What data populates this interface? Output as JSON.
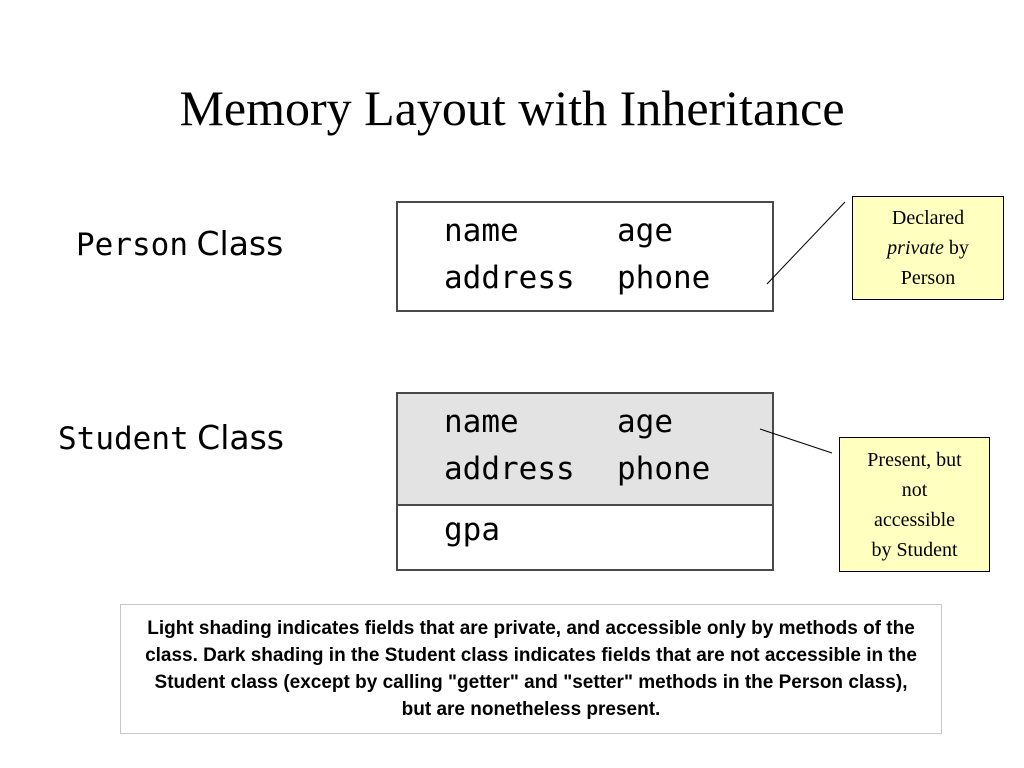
{
  "title": "Memory Layout with Inheritance",
  "person_class": {
    "label_word1": "Person",
    "label_word2": "Class",
    "fields": [
      "name",
      "age",
      "address",
      "phone"
    ]
  },
  "student_class": {
    "label_word1": "Student",
    "label_word2": "Class",
    "inherited_fields": [
      "name",
      "age",
      "address",
      "phone"
    ],
    "own_fields": [
      "gpa"
    ]
  },
  "notes": {
    "private_note": {
      "line1": "Declared",
      "italic": "private",
      "rest": " by",
      "line3": "Person"
    },
    "present_note": {
      "line1": "Present, but",
      "line2": "not",
      "line3": "accessible",
      "line4": "by Student"
    }
  },
  "caption": "Light shading indicates fields that are private, and accessible only by methods of the class. Dark shading in the Student class indicates fields that are not accessible in the Student class (except by calling \"getter\" and \"setter\" methods in the Person class), but are nonetheless present.",
  "colors": {
    "note_fill": "#ffffc0",
    "shade_fill": "#e3e3e3",
    "box_border": "#4a4a4a"
  }
}
